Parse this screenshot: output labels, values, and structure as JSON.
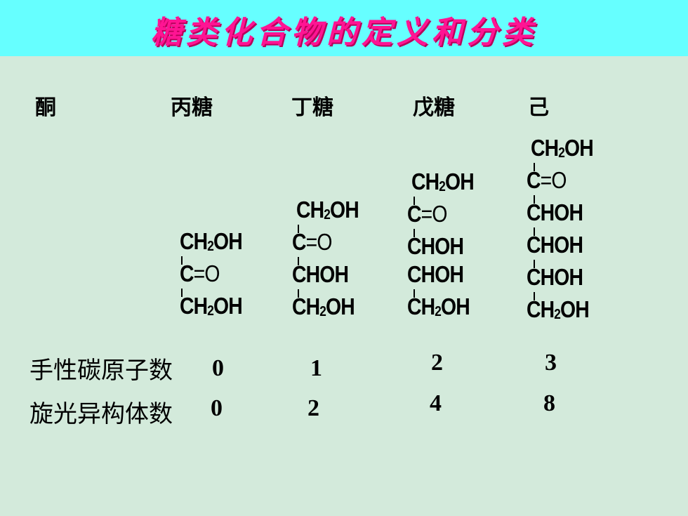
{
  "title": "糖类化合物的定义和分类",
  "headers": {
    "ketone": "酮",
    "triose": "丙糖",
    "tetrose": "丁糖",
    "pentose": "戊糖",
    "hexose": "己"
  },
  "formula_parts": {
    "ch2oh_main": "CH",
    "ch2oh_sub": "2",
    "ch2oh_tail": "OH",
    "carbonyl_c": "C",
    "carbonyl_eq": "=",
    "carbonyl_o": "O",
    "chohs": "CHOH"
  },
  "rows": {
    "chiral_label": "手性碳原子数",
    "isomer_label": "旋光异构体数"
  },
  "chiral_counts": [
    "0",
    "1",
    "2",
    "3"
  ],
  "isomer_counts": [
    "0",
    "2",
    "4",
    "8"
  ]
}
